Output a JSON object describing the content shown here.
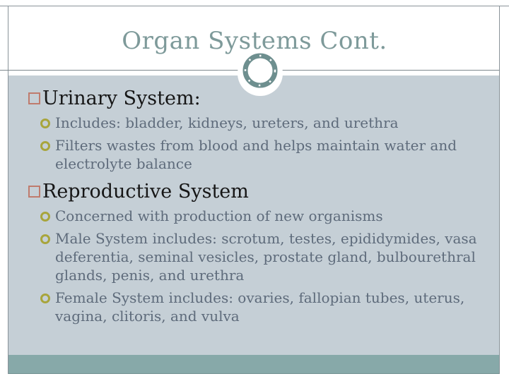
{
  "slide": {
    "title": "Organ Systems Cont.",
    "sections": [
      {
        "heading": "Urinary System:",
        "bullets": [
          {
            "lines": [
              "Includes: bladder, kidneys, ureters, and urethra"
            ]
          },
          {
            "lines": [
              "Filters wastes from blood and helps maintain water and",
              "electrolyte balance"
            ]
          }
        ]
      },
      {
        "heading": "Reproductive System",
        "bullets": [
          {
            "lines": [
              "Concerned with production of new organisms"
            ]
          },
          {
            "lines": [
              "Male System includes: scrotum, testes, epididymides, vasa",
              "deferentia, seminal vesicles, prostate gland, bulbourethral",
              "glands, penis, and urethra"
            ]
          },
          {
            "lines": [
              "Female System includes: ovaries, fallopian tubes, uterus,",
              "vagina, clitoris, and vulva"
            ]
          }
        ]
      }
    ],
    "icons": {
      "level1_bullet": "square-outline-bullet",
      "level2_bullet": "circle-outline-bullet",
      "header_ornament": "beaded-ring-ornament"
    },
    "colors": {
      "content_background": "#c5cfd6",
      "bottom_bar": "#87a9a9",
      "title_text": "#7e9a9a",
      "heading_text": "#161616",
      "body_text": "#5e6b7b",
      "square_bullet": "#bf7b6d",
      "circle_bullet": "#a8a53c",
      "frame_line": "#8a9399",
      "ornament_ring": "#6e8f8f"
    }
  }
}
